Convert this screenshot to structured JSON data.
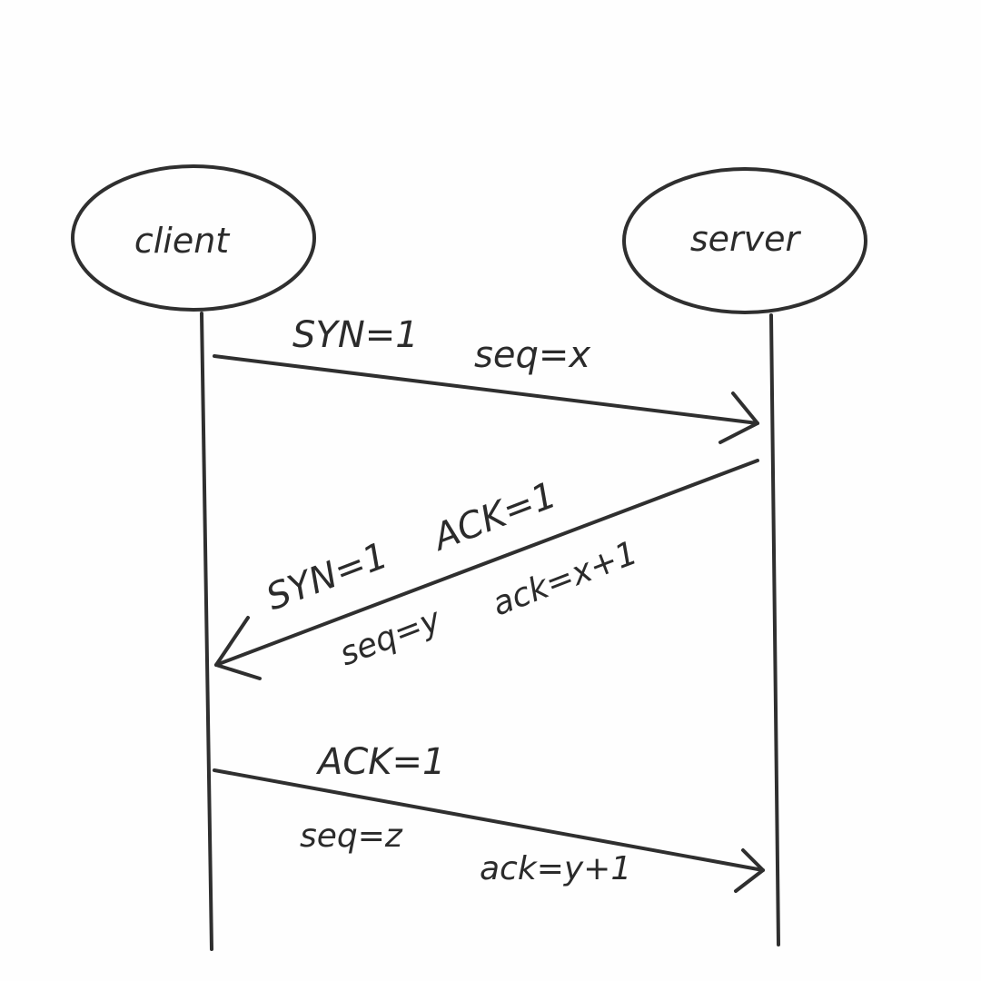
{
  "participants": {
    "client": {
      "label": "client"
    },
    "server": {
      "label": "server"
    }
  },
  "messages": [
    {
      "direction": "client-to-server",
      "lines": [
        "SYN=1",
        "seq=x"
      ]
    },
    {
      "direction": "server-to-client",
      "lines": [
        "SYN=1",
        "ACK=1",
        "seq=y",
        "ack=x+1"
      ]
    },
    {
      "direction": "client-to-server",
      "lines": [
        "ACK=1",
        "seq=z",
        "ack=y+1"
      ]
    }
  ],
  "colors": {
    "ink": "#2f2f2f",
    "paper": "#fefefe"
  }
}
